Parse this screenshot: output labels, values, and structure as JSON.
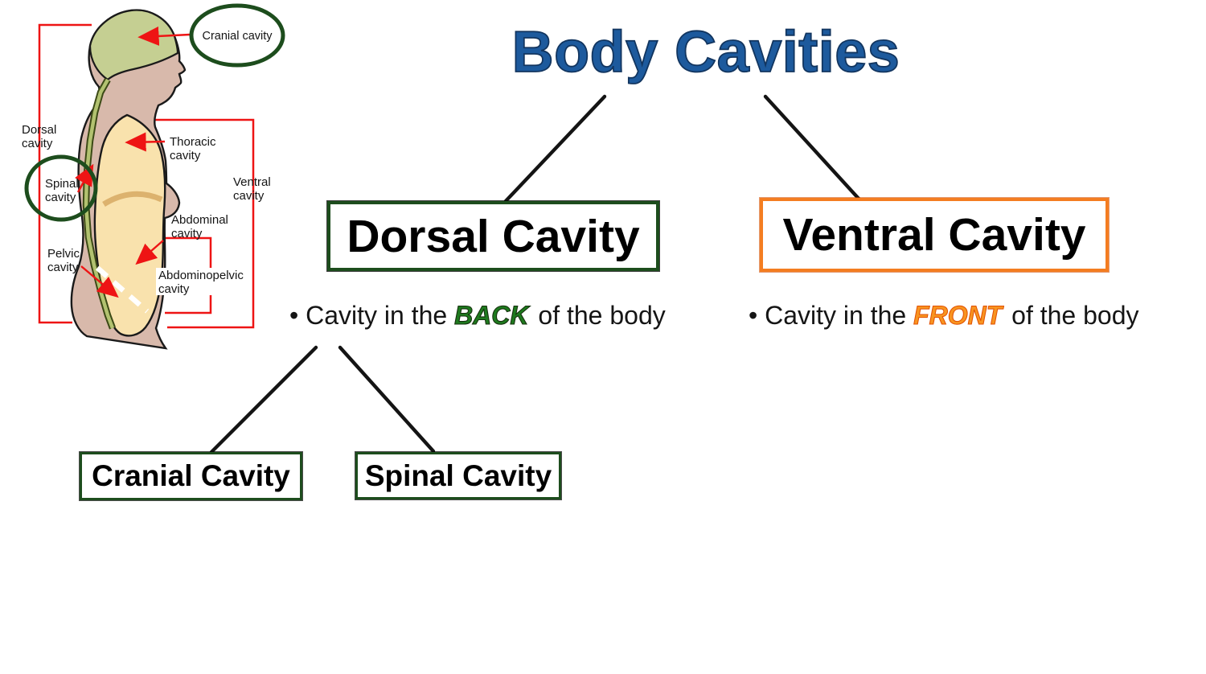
{
  "title": {
    "text": "Body Cavities"
  },
  "colors": {
    "title_blue": "#1d5a9d",
    "title_outline": "#12355f",
    "green_box_border": "#1d4d1d",
    "orange_box_border": "#f47d21",
    "back_highlight_green": "#1e7a1e",
    "front_highlight_orange": "#f89420",
    "annotation_red": "#ee1414",
    "connector_black": "#141414",
    "skin": "#d8b9ab",
    "cavity_cream": "#f9e2ad",
    "cranial_cap_green": "#c5cf92",
    "spine_strip_green": "#b2c270",
    "diaphragm_tan": "#dcb26e"
  },
  "tree": {
    "dorsal": {
      "label": "Dorsal Cavity",
      "bullet_prefix": "• Cavity in the ",
      "bullet_highlight": "BACK",
      "bullet_suffix": " of the body",
      "children": [
        {
          "label": "Cranial Cavity"
        },
        {
          "label": "Spinal Cavity"
        }
      ]
    },
    "ventral": {
      "label": "Ventral Cavity",
      "bullet_prefix": "• Cavity in the ",
      "bullet_highlight": "FRONT",
      "bullet_suffix": " of the body"
    }
  },
  "illustration": {
    "labels": {
      "cranial": "Cranial cavity",
      "dorsal_l1": "Dorsal",
      "dorsal_l2": "cavity",
      "thoracic_l1": "Thoracic",
      "thoracic_l2": "cavity",
      "spinal_l1": "Spinal",
      "spinal_l2": "cavity",
      "ventral_l1": "Ventral",
      "ventral_l2": "cavity",
      "abdominal_l1": "Abdominal",
      "abdominal_l2": "cavity",
      "pelvic_l1": "Pelvic",
      "pelvic_l2": "cavity",
      "abdominopelvic_l1": "Abdominopelvic",
      "abdominopelvic_l2": "cavity"
    }
  }
}
